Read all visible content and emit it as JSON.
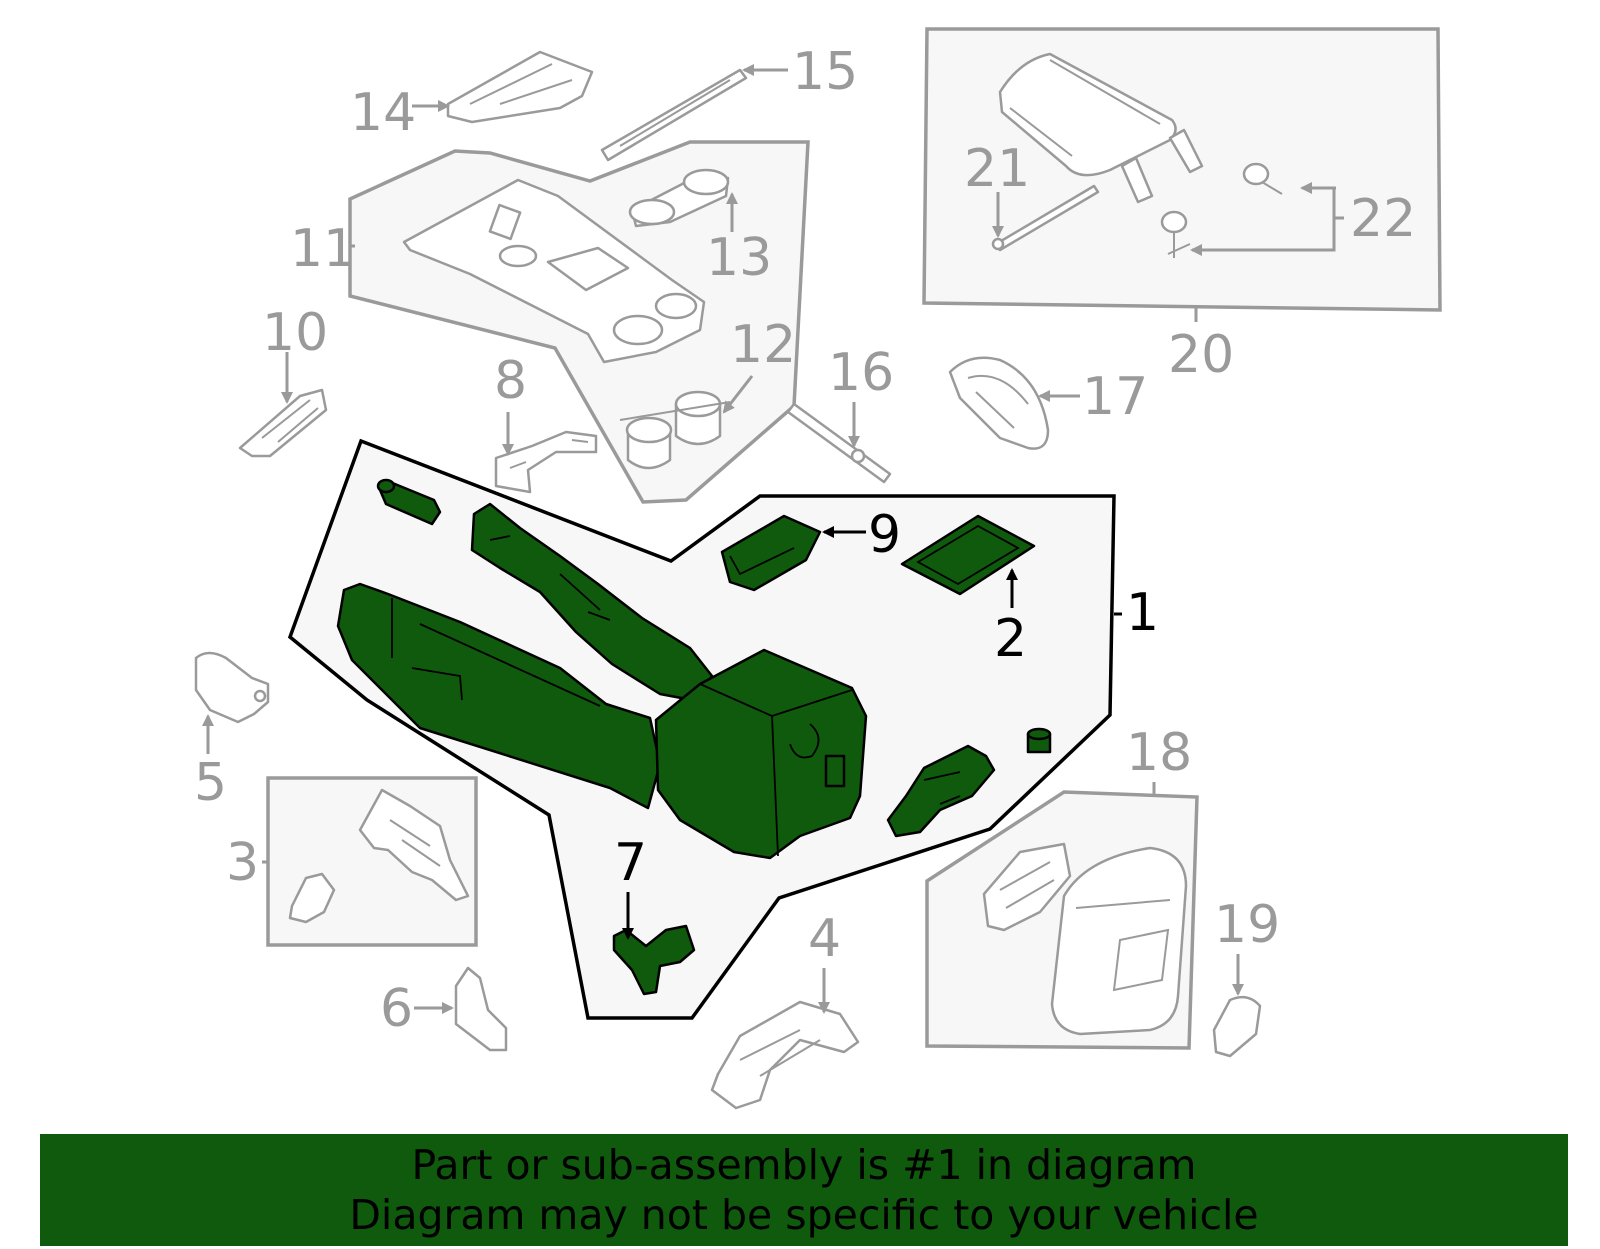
{
  "callouts": {
    "c1": "1",
    "c2": "2",
    "c3": "3",
    "c4": "4",
    "c5": "5",
    "c6": "6",
    "c7": "7",
    "c8": "8",
    "c9": "9",
    "c10": "10",
    "c11": "11",
    "c12": "12",
    "c13": "13",
    "c14": "14",
    "c15": "15",
    "c16": "16",
    "c17": "17",
    "c18": "18",
    "c19": "19",
    "c20": "20",
    "c21": "21",
    "c22": "22"
  },
  "highlight": {
    "part_number": "1",
    "color": "#0f5a0d"
  },
  "colors": {
    "inactive": "#9a9a9a",
    "active_outline": "#000000",
    "group_fill": "#f7f7f7"
  },
  "banner": {
    "line1": "Part or sub-assembly is #1 in diagram",
    "line2": "Diagram may not be specific to your vehicle"
  }
}
